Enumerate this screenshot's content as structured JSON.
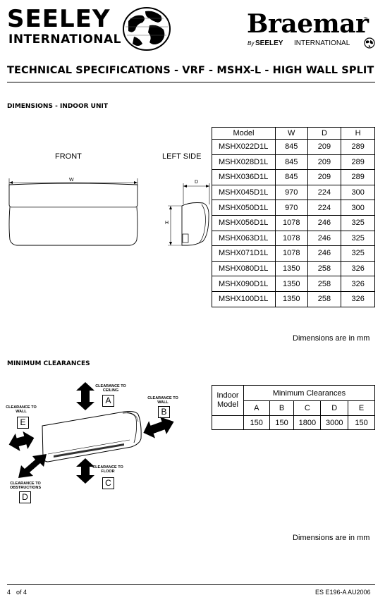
{
  "header": {
    "seeley_logo": {
      "line1": "SEELEY",
      "line2": "INTERNATIONAL"
    },
    "braemar_logo": {
      "brand": "Braemar",
      "tm": "™",
      "by": "By",
      "by_brand": "SEELEY",
      "by_brand2": "INTERNATIONAL"
    },
    "title": "TECHNICAL SPECIFICATIONS - VRF - MSHX-L - HIGH WALL SPLIT"
  },
  "dimensions": {
    "heading": "DIMENSIONS - INDOOR UNIT",
    "front_label": "FRONT",
    "side_label": "LEFT SIDE",
    "w_label": "W",
    "d_label": "D",
    "h_label": "H",
    "table": {
      "headers": [
        "Model",
        "W",
        "D",
        "H"
      ],
      "rows": [
        [
          "MSHX022D1L",
          "845",
          "209",
          "289"
        ],
        [
          "MSHX028D1L",
          "845",
          "209",
          "289"
        ],
        [
          "MSHX036D1L",
          "845",
          "209",
          "289"
        ],
        [
          "MSHX045D1L",
          "970",
          "224",
          "300"
        ],
        [
          "MSHX050D1L",
          "970",
          "224",
          "300"
        ],
        [
          "MSHX056D1L",
          "1078",
          "246",
          "325"
        ],
        [
          "MSHX063D1L",
          "1078",
          "246",
          "325"
        ],
        [
          "MSHX071D1L",
          "1078",
          "246",
          "325"
        ],
        [
          "MSHX080D1L",
          "1350",
          "258",
          "326"
        ],
        [
          "MSHX090D1L",
          "1350",
          "258",
          "326"
        ],
        [
          "MSHX100D1L",
          "1350",
          "258",
          "326"
        ]
      ]
    },
    "note": "Dimensions are in mm"
  },
  "clearances": {
    "heading": "MINIMUM CLEARANCES",
    "diagram": {
      "ceiling": {
        "label1": "CLEARANCE TO",
        "label2": "CEILING",
        "letter": "A"
      },
      "wall_right": {
        "label1": "CLEARANCE TO",
        "label2": "WALL",
        "letter": "B"
      },
      "floor": {
        "label1": "CLEARANCE TO",
        "label2": "FLOOR",
        "letter": "C"
      },
      "obstructions": {
        "label1": "CLEARANCE TO",
        "label2": "OBSTRUCTIONS",
        "letter": "D"
      },
      "wall_left": {
        "label1": "CLEARANCE TO",
        "label2": "WALL",
        "letter": "E"
      }
    },
    "table": {
      "row_header1": "Indoor",
      "row_header2": "Model",
      "group_header": "Minimum Clearances",
      "letters": [
        "A",
        "B",
        "C",
        "D",
        "E"
      ],
      "values": [
        "150",
        "150",
        "1800",
        "3000",
        "150"
      ]
    },
    "note": "Dimensions are in mm"
  },
  "footer": {
    "page_num": "4",
    "page_of": "of 4",
    "doc_ref": "ES E196-A AU2006"
  }
}
